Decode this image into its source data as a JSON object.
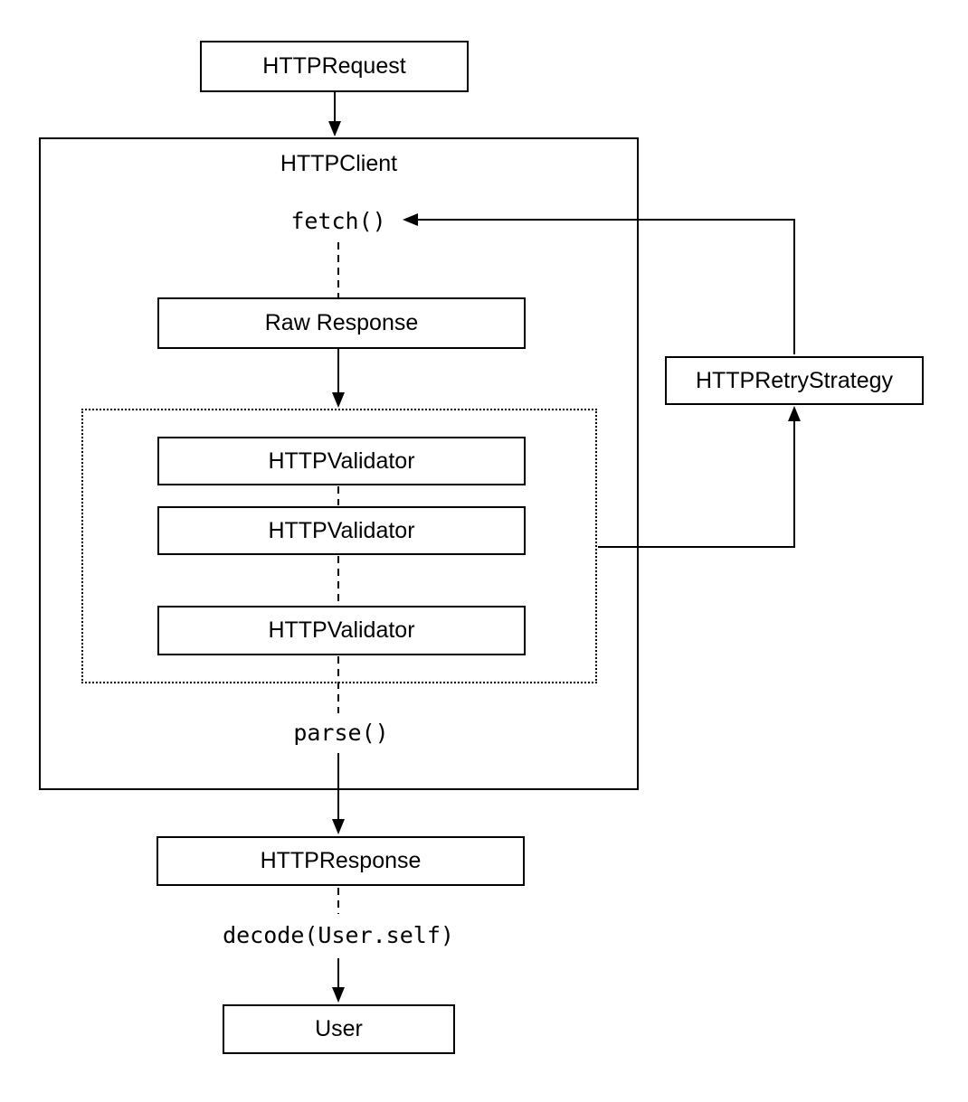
{
  "diagram": {
    "description": "HTTP client architecture flow diagram",
    "colors": {
      "stroke": "#000000",
      "background": "#ffffff",
      "text": "#000000"
    },
    "nodes": {
      "http_request": "HTTPRequest",
      "http_client": "HTTPClient",
      "fetch_method": "fetch()",
      "raw_response": "Raw Response",
      "validator_1": "HTTPValidator",
      "validator_2": "HTTPValidator",
      "validator_3": "HTTPValidator",
      "http_retry_strategy": "HTTPRetryStrategy",
      "parse_method": "parse()",
      "http_response": "HTTPResponse",
      "decode_method": "decode(User.self)",
      "user": "User"
    }
  }
}
